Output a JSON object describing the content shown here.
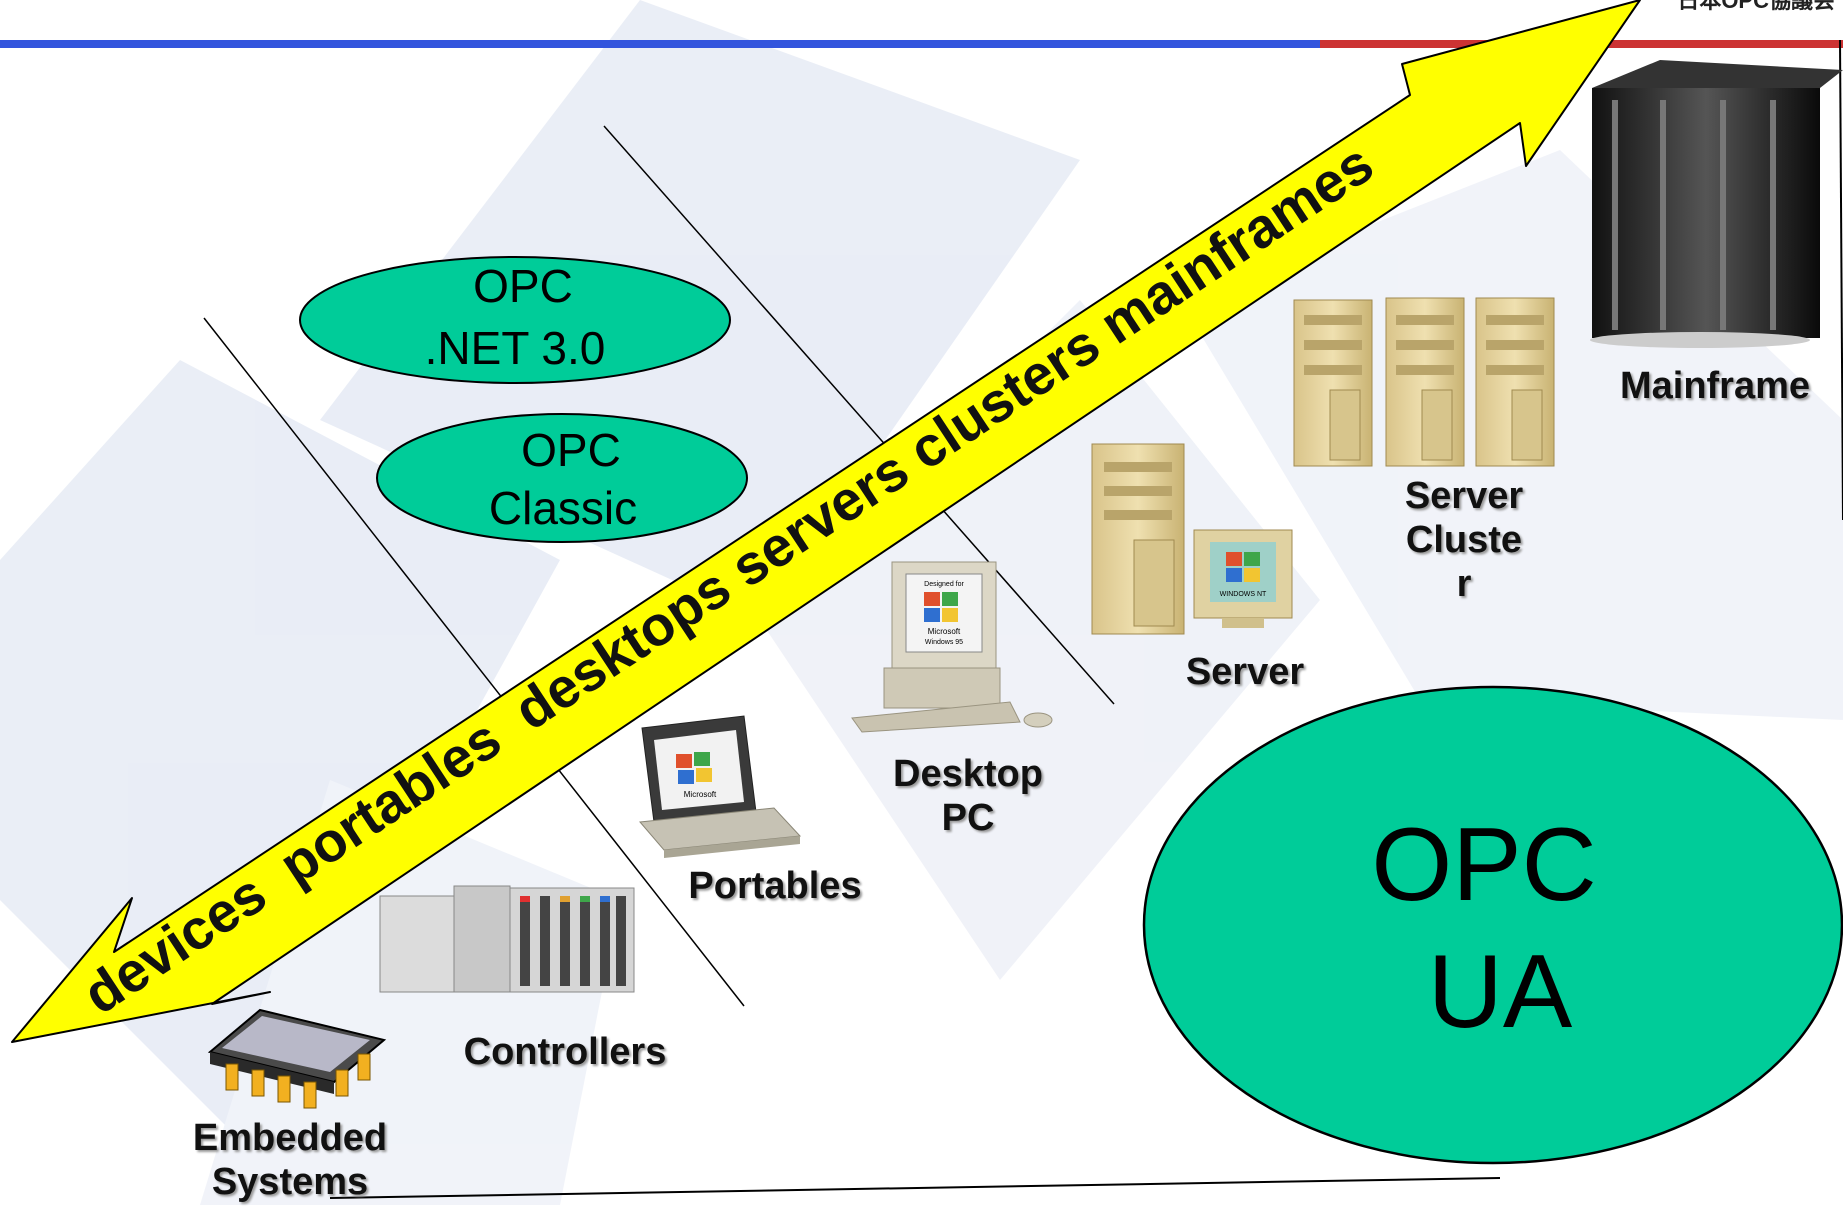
{
  "header_badge": "日本OPC協議会",
  "arrow_text": "devices  portables  desktops servers clusters mainframes",
  "ovals": {
    "net30": {
      "line1": "OPC",
      "line2": ".NET 3.0"
    },
    "classic": {
      "line1": "OPC",
      "line2": "Classic"
    },
    "ua": {
      "line1": "OPC",
      "line2": "UA"
    }
  },
  "labels": {
    "mainframe": "Mainframe",
    "server_cluster": [
      "Server",
      "Cluste",
      "r"
    ],
    "server": "Server",
    "desktop_pc": [
      "Desktop",
      "PC"
    ],
    "portables": "Portables",
    "controllers": "Controllers",
    "embedded": [
      "Embedded",
      "Systems"
    ]
  },
  "screen_text": {
    "designed_for": "Designed for",
    "microsoft": "Microsoft",
    "windows95": "Windows 95",
    "windows_nt": "WINDOWS NT"
  },
  "colors": {
    "oval_fill": "#00cc99",
    "arrow_fill": "#ffff00",
    "header_blue": "#3355dd",
    "header_red": "#cc3333",
    "bg_diamond": "#e6ebf5"
  }
}
